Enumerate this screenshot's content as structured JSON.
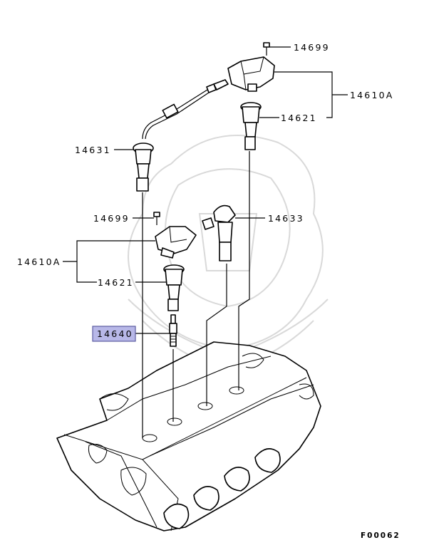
{
  "callouts": {
    "bolt_top": "14699",
    "coil_assy_top": "14610A",
    "boot_top": "14621",
    "cable_left": "14631",
    "bolt_mid": "14699",
    "coil_right": "14633",
    "coil_assy_left": "14610A",
    "boot_mid": "14621",
    "spark_plug": "14640"
  },
  "figure_code": "F00062",
  "colors": {
    "highlight_fill": "#b8b8e8",
    "highlight_border": "#5a5aa0",
    "line": "#000000",
    "watermark": "#d9d9d9"
  }
}
